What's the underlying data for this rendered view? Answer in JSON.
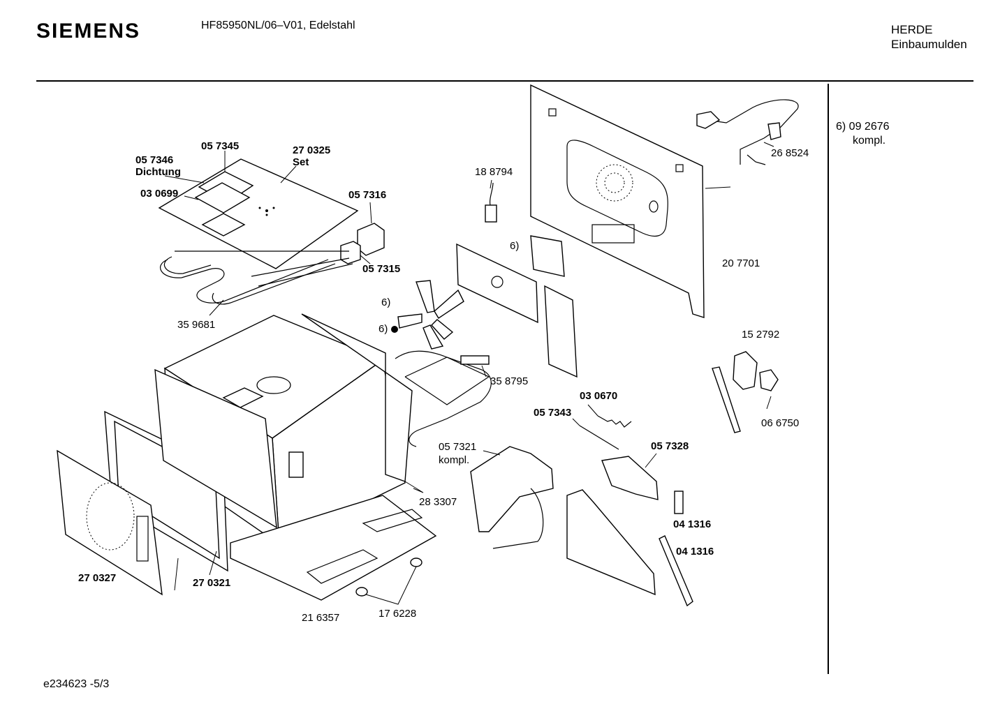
{
  "header": {
    "brand": "SIEMENS",
    "model": "HF85950NL/06–V01, Edelstahl",
    "category_line1": "HERDE",
    "category_line2": "Einbaumulden"
  },
  "side_note": {
    "line1": "6)  09 2676",
    "line2": "kompl."
  },
  "footer": {
    "doc_id": "e234623  -5/3"
  },
  "labels": {
    "p057346": "05 7346",
    "dichtung": "Dichtung",
    "p057345": "05 7345",
    "p270325": "27 0325",
    "set": "Set",
    "p030699": "03 0699",
    "p057316": "05 7316",
    "p057315": "05 7315",
    "p359681": "35 9681",
    "p188794": "18  8794",
    "six_a": "6)",
    "six_b": "6)",
    "six_c": "6)",
    "p268524": "26 8524",
    "p207701": "20 7701",
    "p152792": "15 2792",
    "p066750": "06 6750",
    "p358795": "35 8795",
    "p030670": "03 0670",
    "p057343": "05 7343",
    "p057321": "05 7321",
    "kompl": "kompl.",
    "p057328": "05 7328",
    "p283307": "28 3307",
    "p041316a": "04 1316",
    "p041316b": "04 1316",
    "p270327": "27 0327",
    "p270321": "27 0321",
    "p216357": "21 6357",
    "p176228": "17 6228"
  }
}
